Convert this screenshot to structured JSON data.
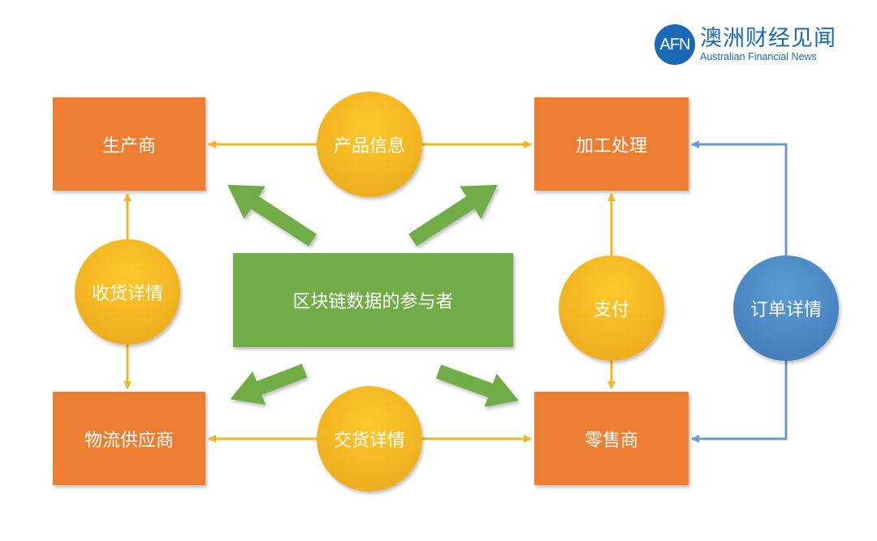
{
  "logo": {
    "mark": "AFN",
    "name_cn": "澳洲财经见闻",
    "name_en": "Australian Financial News"
  },
  "nodes": {
    "producer": "生产商",
    "processing": "加工处理",
    "logistics": "物流供应商",
    "retailer": "零售商",
    "center": "区块链数据的参与者"
  },
  "flows": {
    "product_info": "产品信息",
    "receipt_details": "收货详情",
    "payment": "支付",
    "order_details": "订单详情",
    "delivery_details": "交货详情"
  },
  "colors": {
    "orange": "#ed7d31",
    "green": "#70ad47",
    "yellow": "#f5b521",
    "blue": "#5b9bd5",
    "brand": "#1a69b6"
  }
}
